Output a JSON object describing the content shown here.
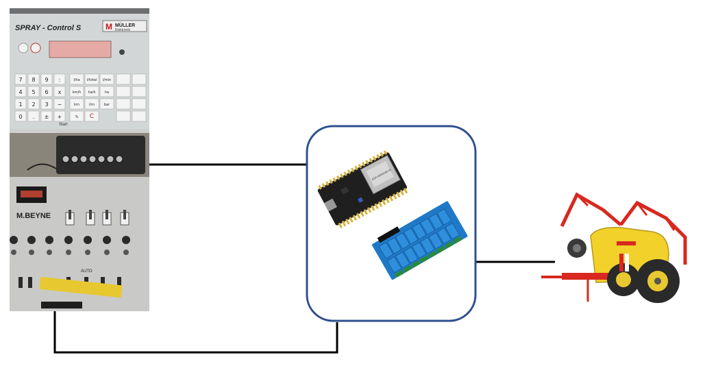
{
  "spray_controller": {
    "title": "SPRAY - Control S",
    "brand": "MÜLLER",
    "brand_sub": "Elektronik",
    "keypad_keys": [
      "7",
      "8",
      "9",
      ":",
      "4",
      "5",
      "6",
      "x",
      "1",
      "2",
      "3",
      "−",
      "0",
      ".",
      "±",
      "+"
    ],
    "function_keys": [
      "l/ha",
      "l/total",
      "l/min",
      "km/h",
      "ha/h",
      "ha",
      "km",
      "l/m",
      "bar",
      "%",
      "C"
    ],
    "panel_caption": "Start"
  },
  "beyne_panel": {
    "brand": "M.BEYNE",
    "mode_label": "AUTO"
  },
  "esp32": {
    "label": "ESP-WROOM-32"
  },
  "colors": {
    "wire": "#000000",
    "box_border": "#2f4f8f",
    "relay_blue": "#1f79c7",
    "esp_black": "#1f1f1f",
    "sprayer_red": "#d8281f",
    "sprayer_yellow": "#f2d12a"
  }
}
